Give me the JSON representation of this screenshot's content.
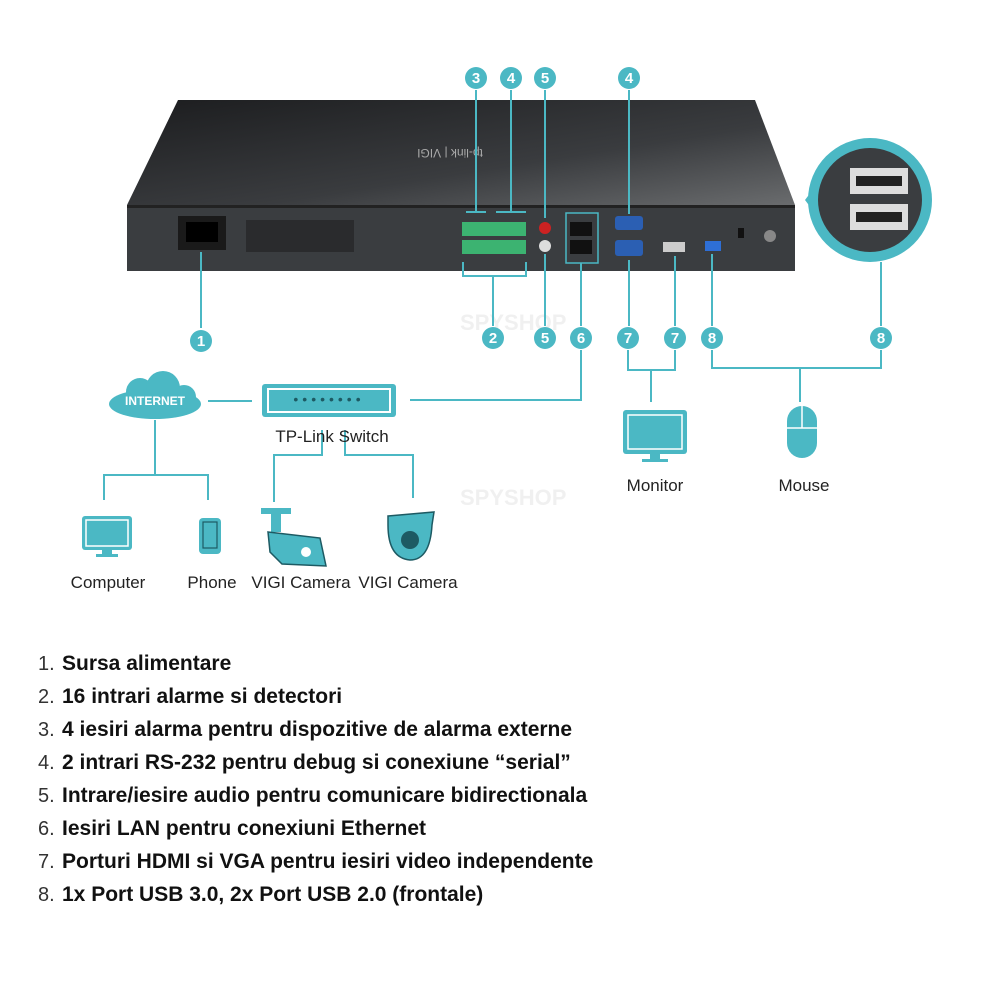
{
  "device": {
    "brand_text": "tp-link | VIGI"
  },
  "callouts_top": [
    "3",
    "4",
    "5",
    "4"
  ],
  "callouts_bottom": [
    "1",
    "2",
    "5",
    "6",
    "7",
    "7",
    "8",
    "8"
  ],
  "network": {
    "internet": "INTERNET",
    "switch": "TP-Link Switch",
    "computer": "Computer",
    "phone": "Phone",
    "camera1": "VIGI Camera",
    "camera2": "VIGI Camera",
    "monitor": "Monitor",
    "mouse": "Mouse"
  },
  "watermark": "SPYSHOP",
  "features": [
    {
      "num": "1.",
      "text": "Sursa alimentare"
    },
    {
      "num": "2.",
      "text": "16 intrari alarme si detectori"
    },
    {
      "num": "3.",
      "text": "4 iesiri alarma pentru dispozitive de alarma externe"
    },
    {
      "num": "4.",
      "text": "2 intrari RS-232 pentru debug si conexiune “serial”"
    },
    {
      "num": "5.",
      "text": "Intrare/iesire audio pentru comunicare bidirectionala"
    },
    {
      "num": "6.",
      "text": "Iesiri LAN pentru conexiuni Ethernet"
    },
    {
      "num": "7.",
      "text": "Porturi HDMI si VGA pentru iesiri video independente"
    },
    {
      "num": "8.",
      "text": "1x Port USB 3.0, 2x Port USB 2.0 (frontale)"
    }
  ],
  "colors": {
    "accent": "#4bb8c4",
    "device": "#3a3d40"
  }
}
